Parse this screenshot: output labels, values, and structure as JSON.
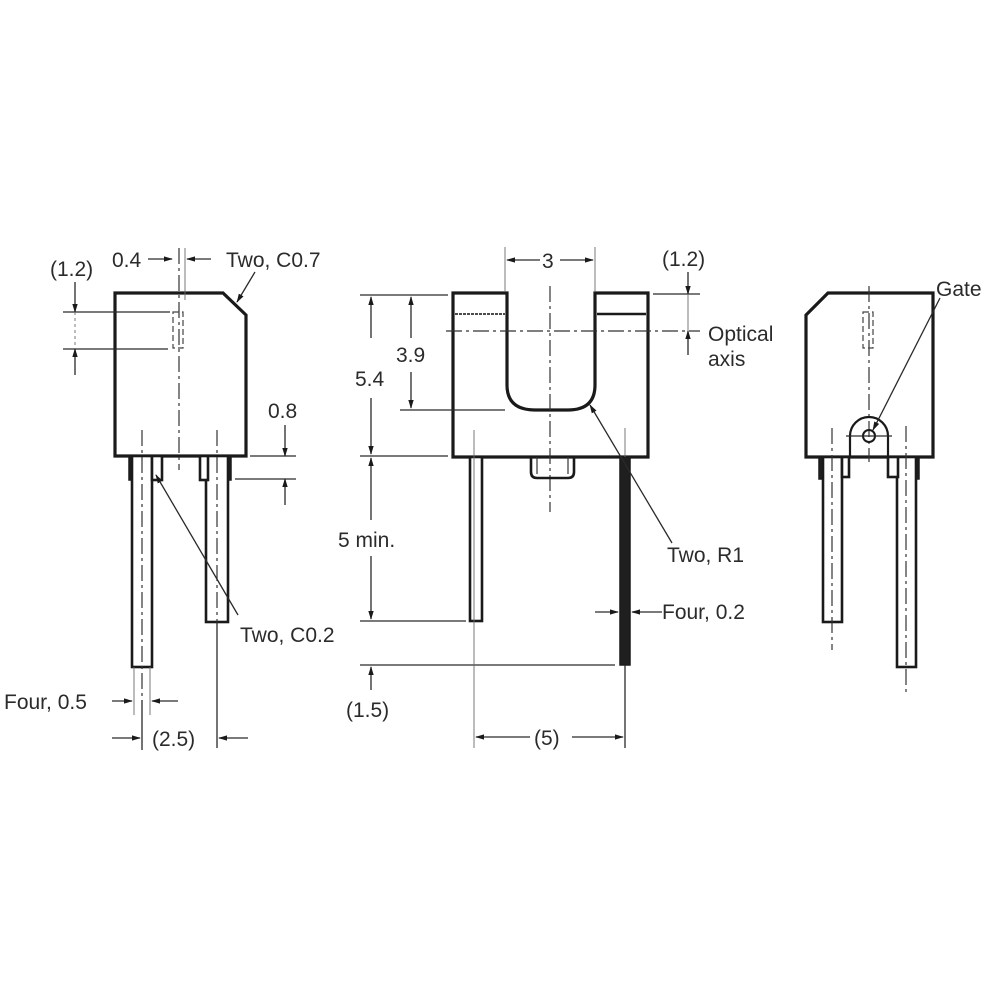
{
  "diagram": {
    "type": "mechanical-dimension-drawing",
    "units": "mm",
    "views": [
      {
        "name": "left-side-view",
        "labels": {
          "top_offset": "(1.2)",
          "width_small": "0.4",
          "chamfer_top": "Two, C0.7",
          "step_height": "0.8",
          "lead_chamfer": "Two, C0.2",
          "lead_width": "Four, 0.5",
          "lead_pitch": "(2.5)"
        }
      },
      {
        "name": "front-view",
        "labels": {
          "slot_width": "3",
          "top_offset": "(1.2)",
          "optical_axis_line1": "Optical",
          "optical_axis_line2": "axis",
          "slot_depth": "3.9",
          "body_height": "5.4",
          "lead_length": "5 min.",
          "slot_radius": "Two, R1",
          "lead_thickness": "Four, 0.2",
          "lead_offset": "(1.5)",
          "lead_spacing": "(5)"
        }
      },
      {
        "name": "right-side-view",
        "labels": {
          "gate": "Gate"
        }
      }
    ]
  }
}
